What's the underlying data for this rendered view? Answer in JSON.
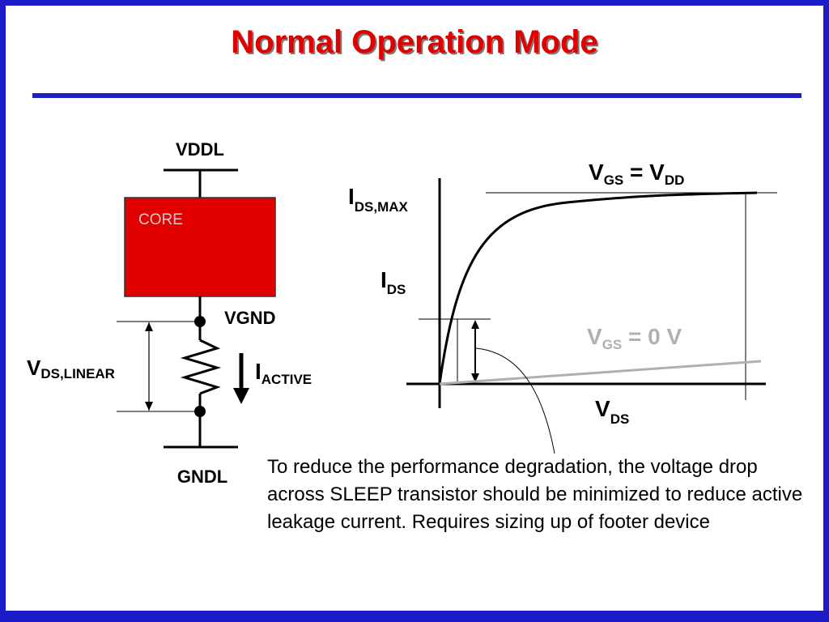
{
  "slide": {
    "title": "Normal Operation Mode",
    "caption": "To reduce the performance degradation, the voltage drop across SLEEP transistor should be minimized to reduce active leakage current. Requires sizing up of footer device"
  },
  "circuit": {
    "vddl": "VDDL",
    "core": "CORE",
    "vgnd": "VGND",
    "gndl": "GNDL",
    "vds_linear_main": "V",
    "vds_linear_sub": "DS,LINEAR",
    "iactive_main": "I",
    "iactive_sub": "ACTIVE"
  },
  "graph": {
    "ids_max_main": "I",
    "ids_max_sub": "DS,MAX",
    "ids_main": "I",
    "ids_sub": "DS",
    "vds_main": "V",
    "vds_sub": "DS",
    "curve_on": {
      "v1": "V",
      "s1": "GS",
      "eq": " = V",
      "s2": "DD"
    },
    "curve_off": {
      "v1": "V",
      "s1": "GS",
      "eq": " = 0 V"
    }
  },
  "colors": {
    "title": "#e00000",
    "core_fill": "#e00000",
    "core_label": "#f0c8c8",
    "border": "#1c1cc8",
    "off_curve": "#b0b0b0"
  }
}
